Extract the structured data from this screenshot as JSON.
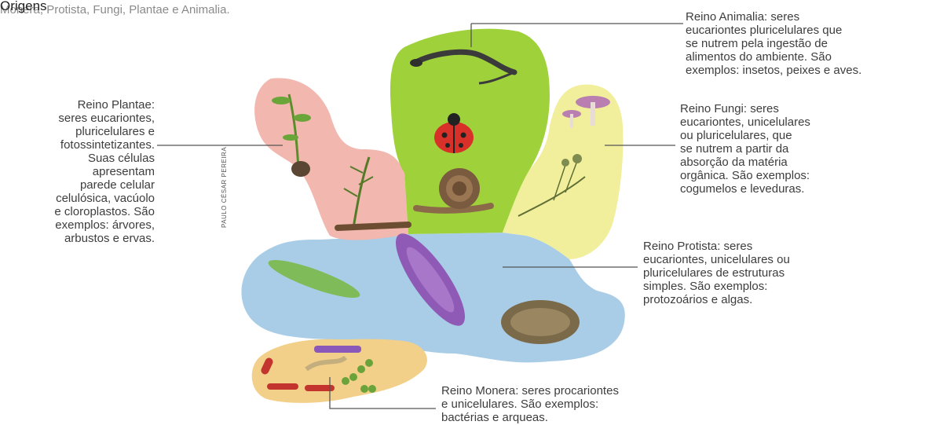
{
  "header": {
    "title": "Origens",
    "subtitle": "Monera, Protista, Fungi, Plantae e Animalia."
  },
  "kingdoms": {
    "animalia": "Reino Animalia: seres\neucariontes pluricelulares que\nse nutrem pela ingestão de\nalimentos do ambiente. São\nexemplos: insetos, peixes e aves.",
    "plantae": "Reino Plantae:\nseres eucariontes,\npluricelulares e\nfotossintetizantes.\nSuas células\napresentam\nparede celular\ncelulósica, vacúolo\ne cloroplastos. São\nexemplos: árvores,\narbustos e ervas.",
    "fungi": "Reino Fungi: seres\neucariontes, unicelulares\nou pluricelulares, que\nse nutrem a partir da\nabsorção da matéria\norgânica. São exemplos:\ncogumelos e leveduras.",
    "protista": "Reino Protista: seres\neucariontes, unicelulares ou\npluricelulares de estruturas\nsimples. São exemplos:\nprotozoários e algas.",
    "monera": "Reino Monera: seres procariontes\ne unicelulares. São exemplos:\nbactérias e arqueas."
  },
  "credit": "PAULO CÉSAR PEREIRA",
  "colors": {
    "plantae": "#f2b7ae",
    "animalia": "#9fd13a",
    "fungi": "#f1ef9c",
    "protista": "#a9cde6",
    "monera": "#f3d08a"
  }
}
